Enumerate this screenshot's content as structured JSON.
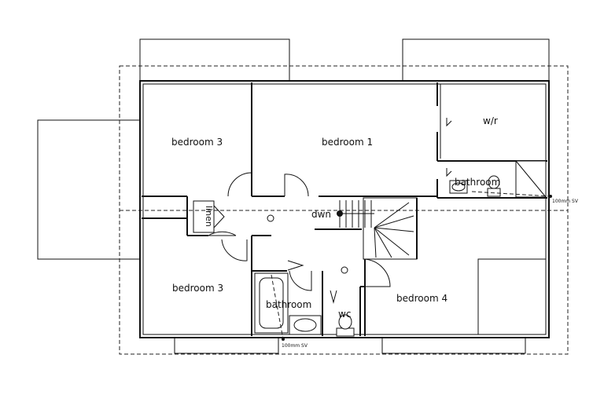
{
  "rooms": {
    "bedroom_3_top": "bedroom 3",
    "bedroom_1": "bedroom 1",
    "wardrobe": "w/r",
    "bathroom_ensuite": "bathroom",
    "linen": "linen",
    "down": "dwn",
    "bedroom_3_bottom": "bedroom 3",
    "bathroom_main": "bathroom",
    "wc": "wc",
    "bedroom_4": "bedroom 4"
  },
  "notes": {
    "svp_right": "100mm SV",
    "svp_bottom": "100mm SV"
  }
}
